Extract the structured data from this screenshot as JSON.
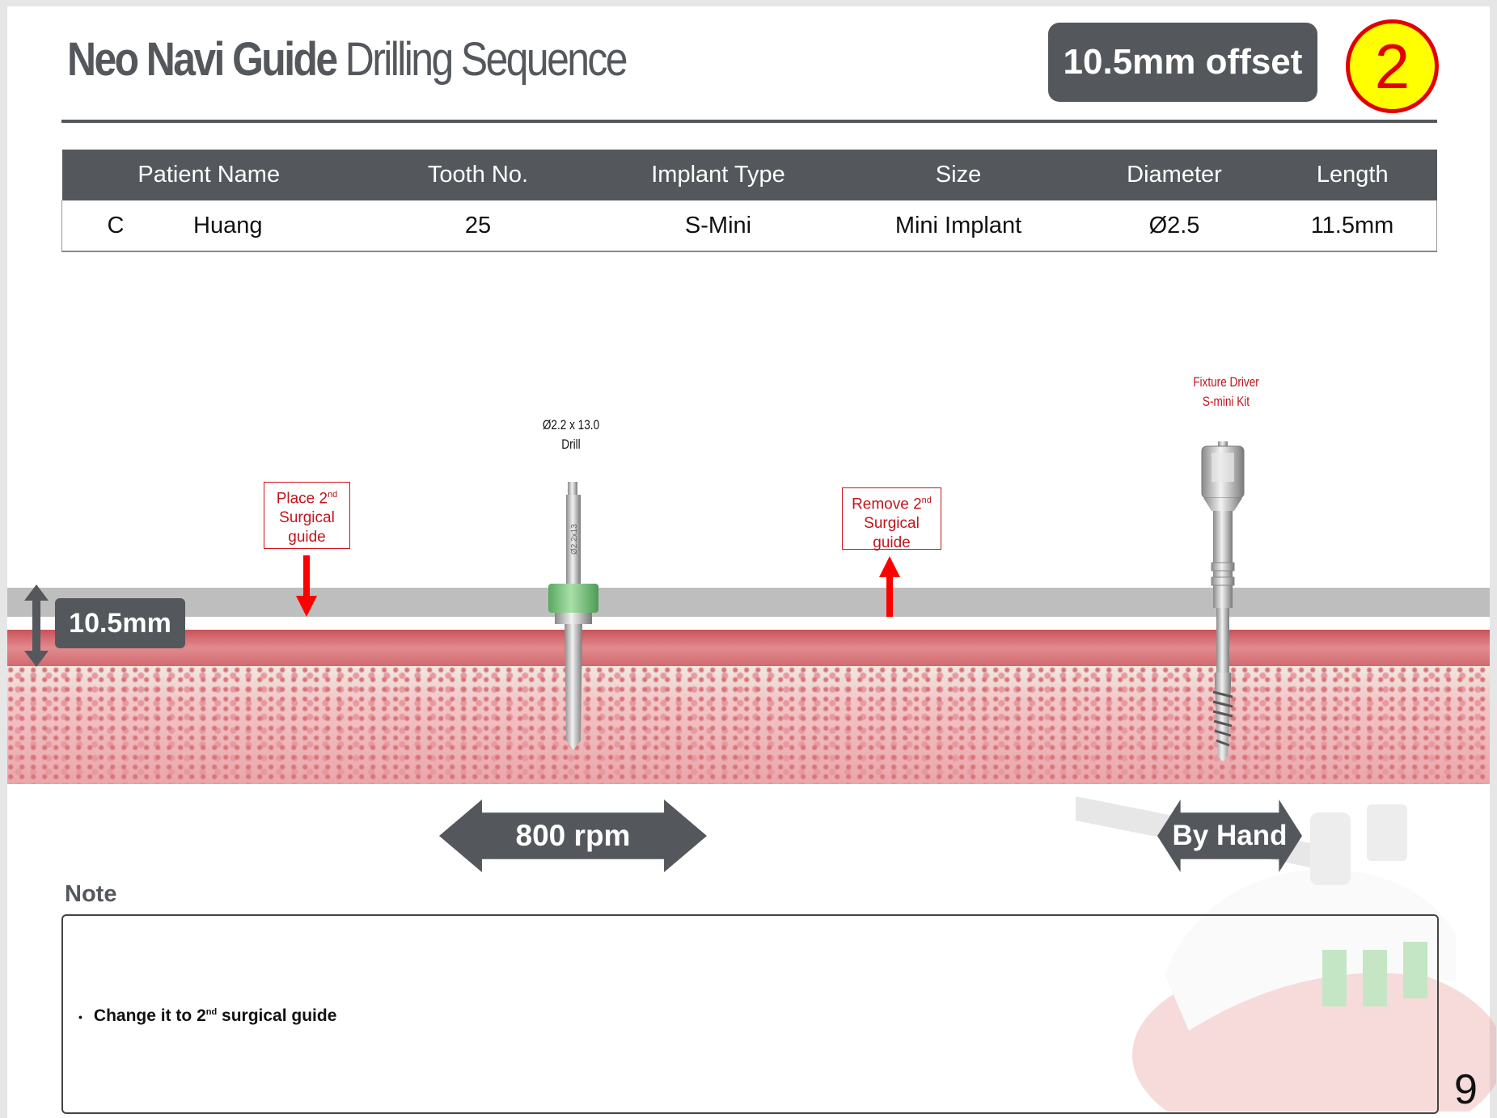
{
  "header": {
    "title_bold": "Neo Navi Guide",
    "title_rest": "Drilling Sequence",
    "offset_badge": "10.5mm offset",
    "step_number": "2"
  },
  "table": {
    "headers": [
      "Patient Name",
      "Tooth No.",
      "Implant Type",
      "Size",
      "Diameter",
      "Length"
    ],
    "row": {
      "first_name": "C",
      "last_name": "Huang",
      "tooth": "25",
      "implant_type": "S-Mini",
      "size": "Mini Implant",
      "diameter": "Ø2.5",
      "length": "11.5mm"
    }
  },
  "diagram": {
    "offset_label": "10.5mm",
    "place_guide": {
      "line1": "Place 2",
      "sup": "nd",
      "line2": "Surgical",
      "line3": "guide"
    },
    "remove_guide": {
      "line1": "Remove 2",
      "sup": "nd",
      "line2": "Surgical",
      "line3": "guide"
    },
    "drill": {
      "line1": "Ø2.2 x 13.0",
      "line2": "Drill",
      "shaft_mark": "Ø2.2x13"
    },
    "fixture_driver": {
      "line1": "Fixture Driver",
      "line2": "S-mini Kit"
    },
    "speed_drill": "800 rpm",
    "speed_driver": "By Hand"
  },
  "note": {
    "title": "Note",
    "item_pre": "Change it to 2",
    "item_sup": "nd",
    "item_post": " surgical guide"
  },
  "page_number": "9",
  "colors": {
    "dark": "#54585c",
    "red": "#e00000",
    "yellow": "#ffff00"
  }
}
